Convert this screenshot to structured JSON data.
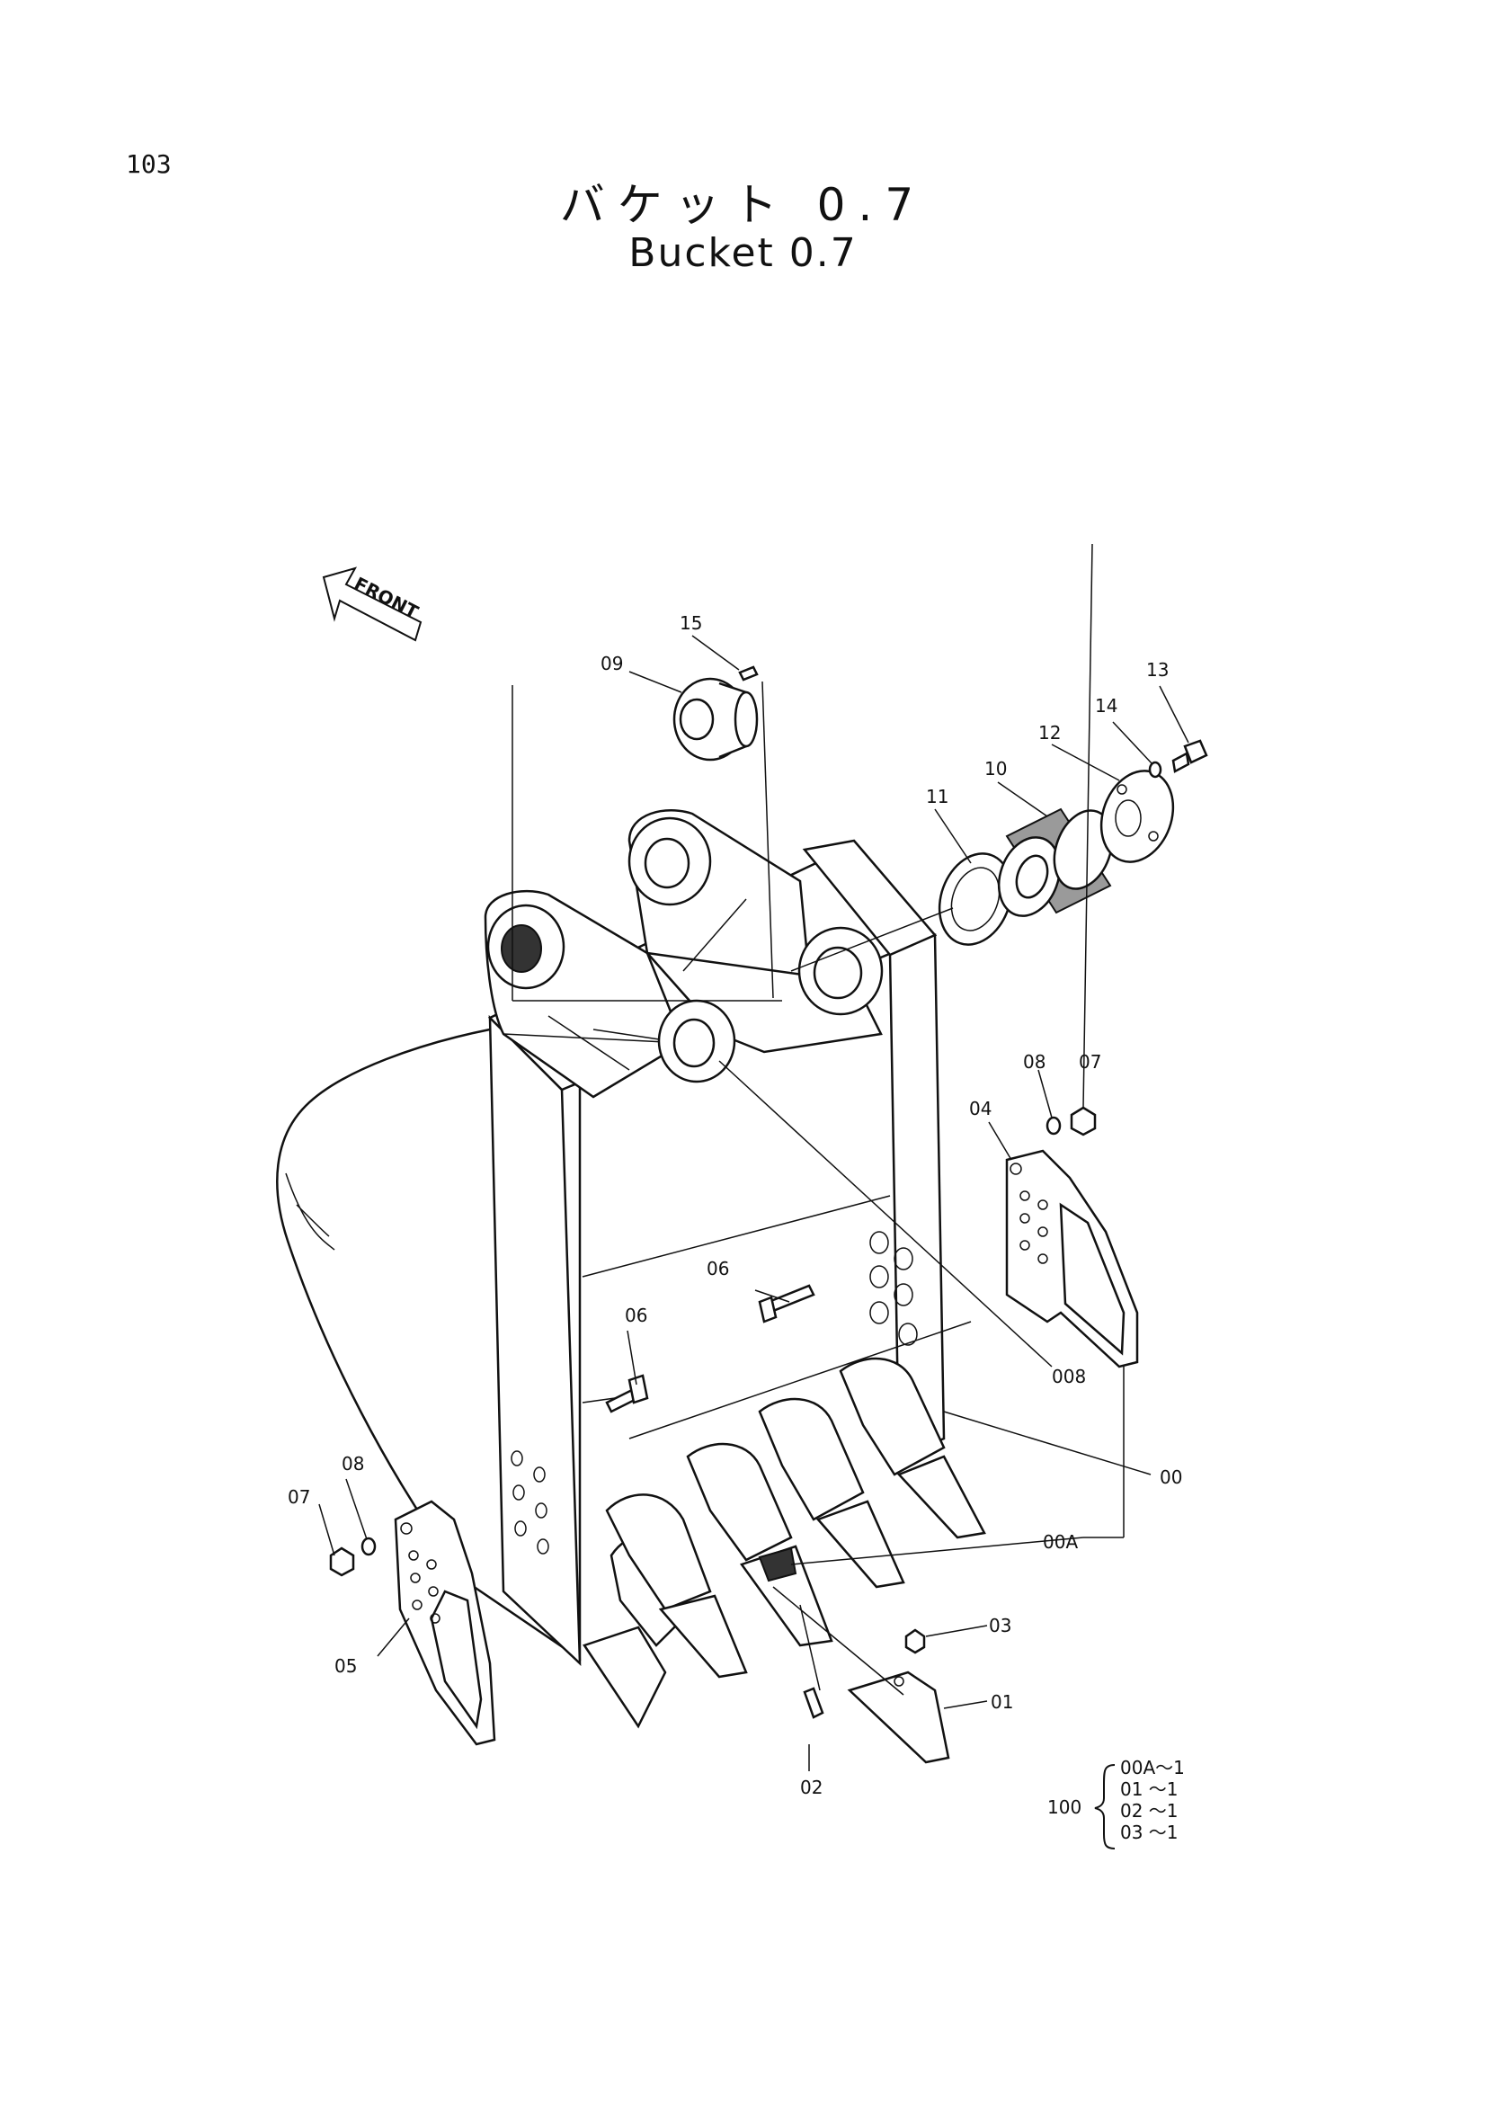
{
  "page_number": "103",
  "title_jp": "バケット 0.7",
  "title_en": "Bucket 0.7",
  "front_label": "FRONT",
  "callouts": {
    "p15": "15",
    "p09": "09",
    "p13": "13",
    "p14": "14",
    "p12": "12",
    "p10": "10",
    "p11": "11",
    "p07a": "07",
    "p08a": "08",
    "p04": "04",
    "p06a": "06",
    "p06b": "06",
    "p008": "008",
    "p00": "00",
    "p00A": "00A",
    "p08b": "08",
    "p07b": "07",
    "p05": "05",
    "p03": "03",
    "p01": "01",
    "p02": "02"
  },
  "kit": {
    "number": "100",
    "items": [
      "00A～1",
      "01 ～1",
      "02 ～1",
      "03 ～1"
    ]
  }
}
